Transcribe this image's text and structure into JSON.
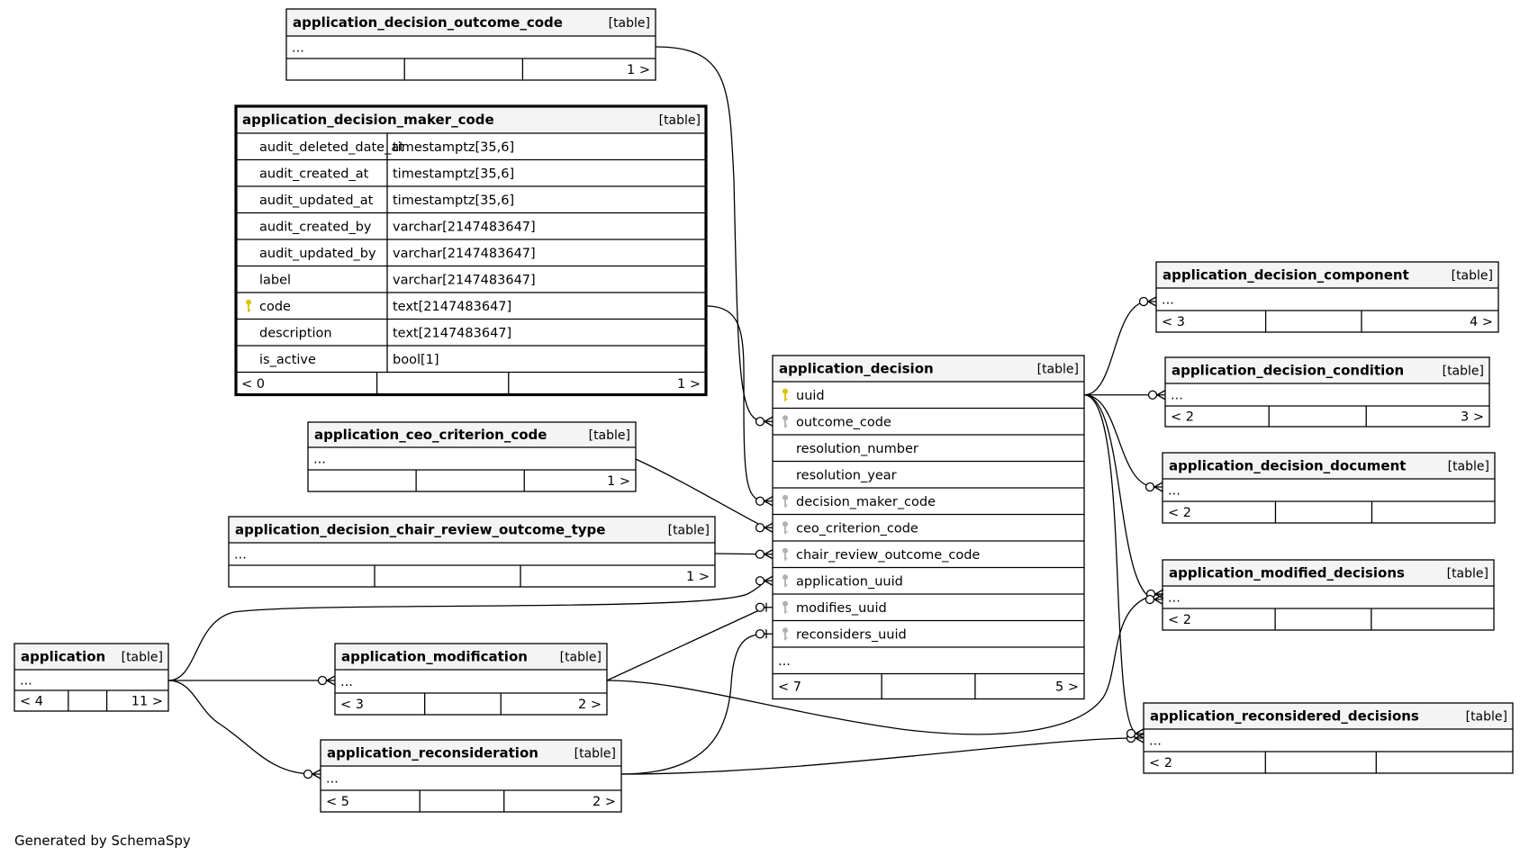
{
  "footer": "Generated by SchemaSpy",
  "tables": [
    {
      "id": "outcome_code",
      "name": "application_decision_outcome_code",
      "tag": "[table]",
      "rows": [
        {
          "name": "...",
          "type": "",
          "key": ""
        }
      ],
      "footer": [
        "",
        "",
        "1 >"
      ]
    },
    {
      "id": "maker_code",
      "name": "application_decision_maker_code",
      "tag": "[table]",
      "rows": [
        {
          "name": "audit_deleted_date_at",
          "type": "timestamptz[35,6]",
          "key": ""
        },
        {
          "name": "audit_created_at",
          "type": "timestamptz[35,6]",
          "key": ""
        },
        {
          "name": "audit_updated_at",
          "type": "timestamptz[35,6]",
          "key": ""
        },
        {
          "name": "audit_created_by",
          "type": "varchar[2147483647]",
          "key": ""
        },
        {
          "name": "audit_updated_by",
          "type": "varchar[2147483647]",
          "key": ""
        },
        {
          "name": "label",
          "type": "varchar[2147483647]",
          "key": ""
        },
        {
          "name": "code",
          "type": "text[2147483647]",
          "key": "pk"
        },
        {
          "name": "description",
          "type": "text[2147483647]",
          "key": ""
        },
        {
          "name": "is_active",
          "type": "bool[1]",
          "key": ""
        }
      ],
      "footer": [
        "< 0",
        "",
        "1 >"
      ]
    },
    {
      "id": "ceo",
      "name": "application_ceo_criterion_code",
      "tag": "[table]",
      "rows": [
        {
          "name": "...",
          "type": "",
          "key": ""
        }
      ],
      "footer": [
        "",
        "",
        "1 >"
      ]
    },
    {
      "id": "chair",
      "name": "application_decision_chair_review_outcome_type",
      "tag": "[table]",
      "rows": [
        {
          "name": "...",
          "type": "",
          "key": ""
        }
      ],
      "footer": [
        "",
        "",
        "1 >"
      ]
    },
    {
      "id": "application",
      "name": "application",
      "tag": "[table]",
      "rows": [
        {
          "name": "...",
          "type": "",
          "key": ""
        }
      ],
      "footer": [
        "< 4",
        "",
        "11 >"
      ]
    },
    {
      "id": "modification",
      "name": "application_modification",
      "tag": "[table]",
      "rows": [
        {
          "name": "...",
          "type": "",
          "key": ""
        }
      ],
      "footer": [
        "< 3",
        "",
        "2 >"
      ]
    },
    {
      "id": "reconsideration",
      "name": "application_reconsideration",
      "tag": "[table]",
      "rows": [
        {
          "name": "...",
          "type": "",
          "key": ""
        }
      ],
      "footer": [
        "< 5",
        "",
        "2 >"
      ]
    },
    {
      "id": "decision",
      "name": "application_decision",
      "tag": "[table]",
      "rows": [
        {
          "name": "uuid",
          "type": "",
          "key": "pk"
        },
        {
          "name": "outcome_code",
          "type": "",
          "key": "fk"
        },
        {
          "name": "resolution_number",
          "type": "",
          "key": ""
        },
        {
          "name": "resolution_year",
          "type": "",
          "key": ""
        },
        {
          "name": "decision_maker_code",
          "type": "",
          "key": "fk"
        },
        {
          "name": "ceo_criterion_code",
          "type": "",
          "key": "fk"
        },
        {
          "name": "chair_review_outcome_code",
          "type": "",
          "key": "fk"
        },
        {
          "name": "application_uuid",
          "type": "",
          "key": "fk"
        },
        {
          "name": "modifies_uuid",
          "type": "",
          "key": "fk"
        },
        {
          "name": "reconsiders_uuid",
          "type": "",
          "key": "fk"
        },
        {
          "name": "...",
          "type": "",
          "key": ""
        }
      ],
      "footer": [
        "< 7",
        "",
        "5 >"
      ]
    },
    {
      "id": "component",
      "name": "application_decision_component",
      "tag": "[table]",
      "rows": [
        {
          "name": "...",
          "type": "",
          "key": ""
        }
      ],
      "footer": [
        "< 3",
        "",
        "4 >"
      ]
    },
    {
      "id": "condition",
      "name": "application_decision_condition",
      "tag": "[table]",
      "rows": [
        {
          "name": "...",
          "type": "",
          "key": ""
        }
      ],
      "footer": [
        "< 2",
        "",
        "3 >"
      ]
    },
    {
      "id": "document",
      "name": "application_decision_document",
      "tag": "[table]",
      "rows": [
        {
          "name": "...",
          "type": "",
          "key": ""
        }
      ],
      "footer": [
        "< 2",
        "",
        ""
      ]
    },
    {
      "id": "modified",
      "name": "application_modified_decisions",
      "tag": "[table]",
      "rows": [
        {
          "name": "...",
          "type": "",
          "key": ""
        }
      ],
      "footer": [
        "< 2",
        "",
        ""
      ]
    },
    {
      "id": "reconsidered",
      "name": "application_reconsidered_decisions",
      "tag": "[table]",
      "rows": [
        {
          "name": "...",
          "type": "",
          "key": ""
        }
      ],
      "footer": [
        "< 2",
        "",
        ""
      ]
    }
  ]
}
